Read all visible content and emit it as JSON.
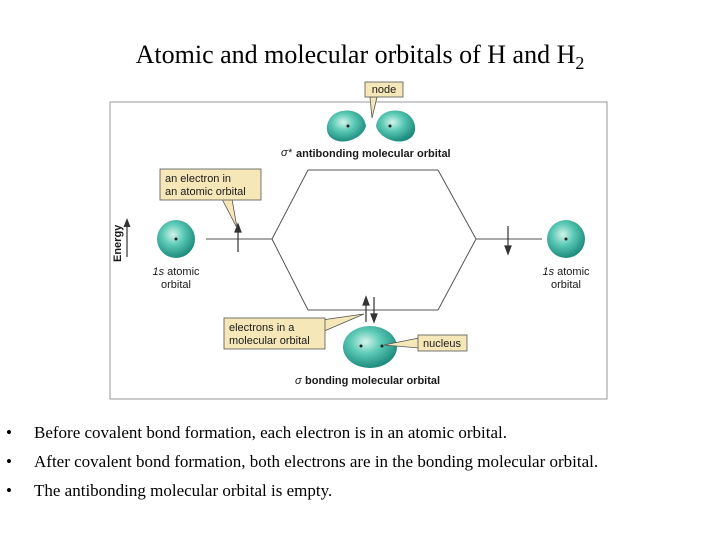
{
  "title": {
    "main": "Atomic and molecular orbitals of H and H",
    "subscript": "2"
  },
  "diagram": {
    "node_label": "node",
    "antibonding_symbol": "σ*",
    "antibonding_label": "antibonding molecular orbital",
    "electron_atomic_line1": "an electron in",
    "electron_atomic_line2": "an atomic orbital",
    "energy_label": "Energy",
    "left_orbital_line1": "1s atomic",
    "left_orbital_line2": "orbital",
    "right_orbital_line1": "1s atomic",
    "right_orbital_line2": "orbital",
    "electrons_molecular_line1": "electrons in a",
    "electrons_molecular_line2": "molecular orbital",
    "nucleus_label": "nucleus",
    "bonding_symbol": "σ",
    "bonding_label": "bonding molecular orbital",
    "colors": {
      "orbital": "#3fb9a6",
      "callout_fill": "#f6e7b8",
      "callout_border": "#555555",
      "frame": "#999999",
      "lines": "#555555"
    }
  },
  "bullets": {
    "marker": "•",
    "items": [
      "Before covalent bond formation, each electron is in an atomic orbital.",
      "After covalent bond formation, both electrons are in the bonding molecular orbital.",
      "The antibonding molecular orbital is empty."
    ]
  }
}
